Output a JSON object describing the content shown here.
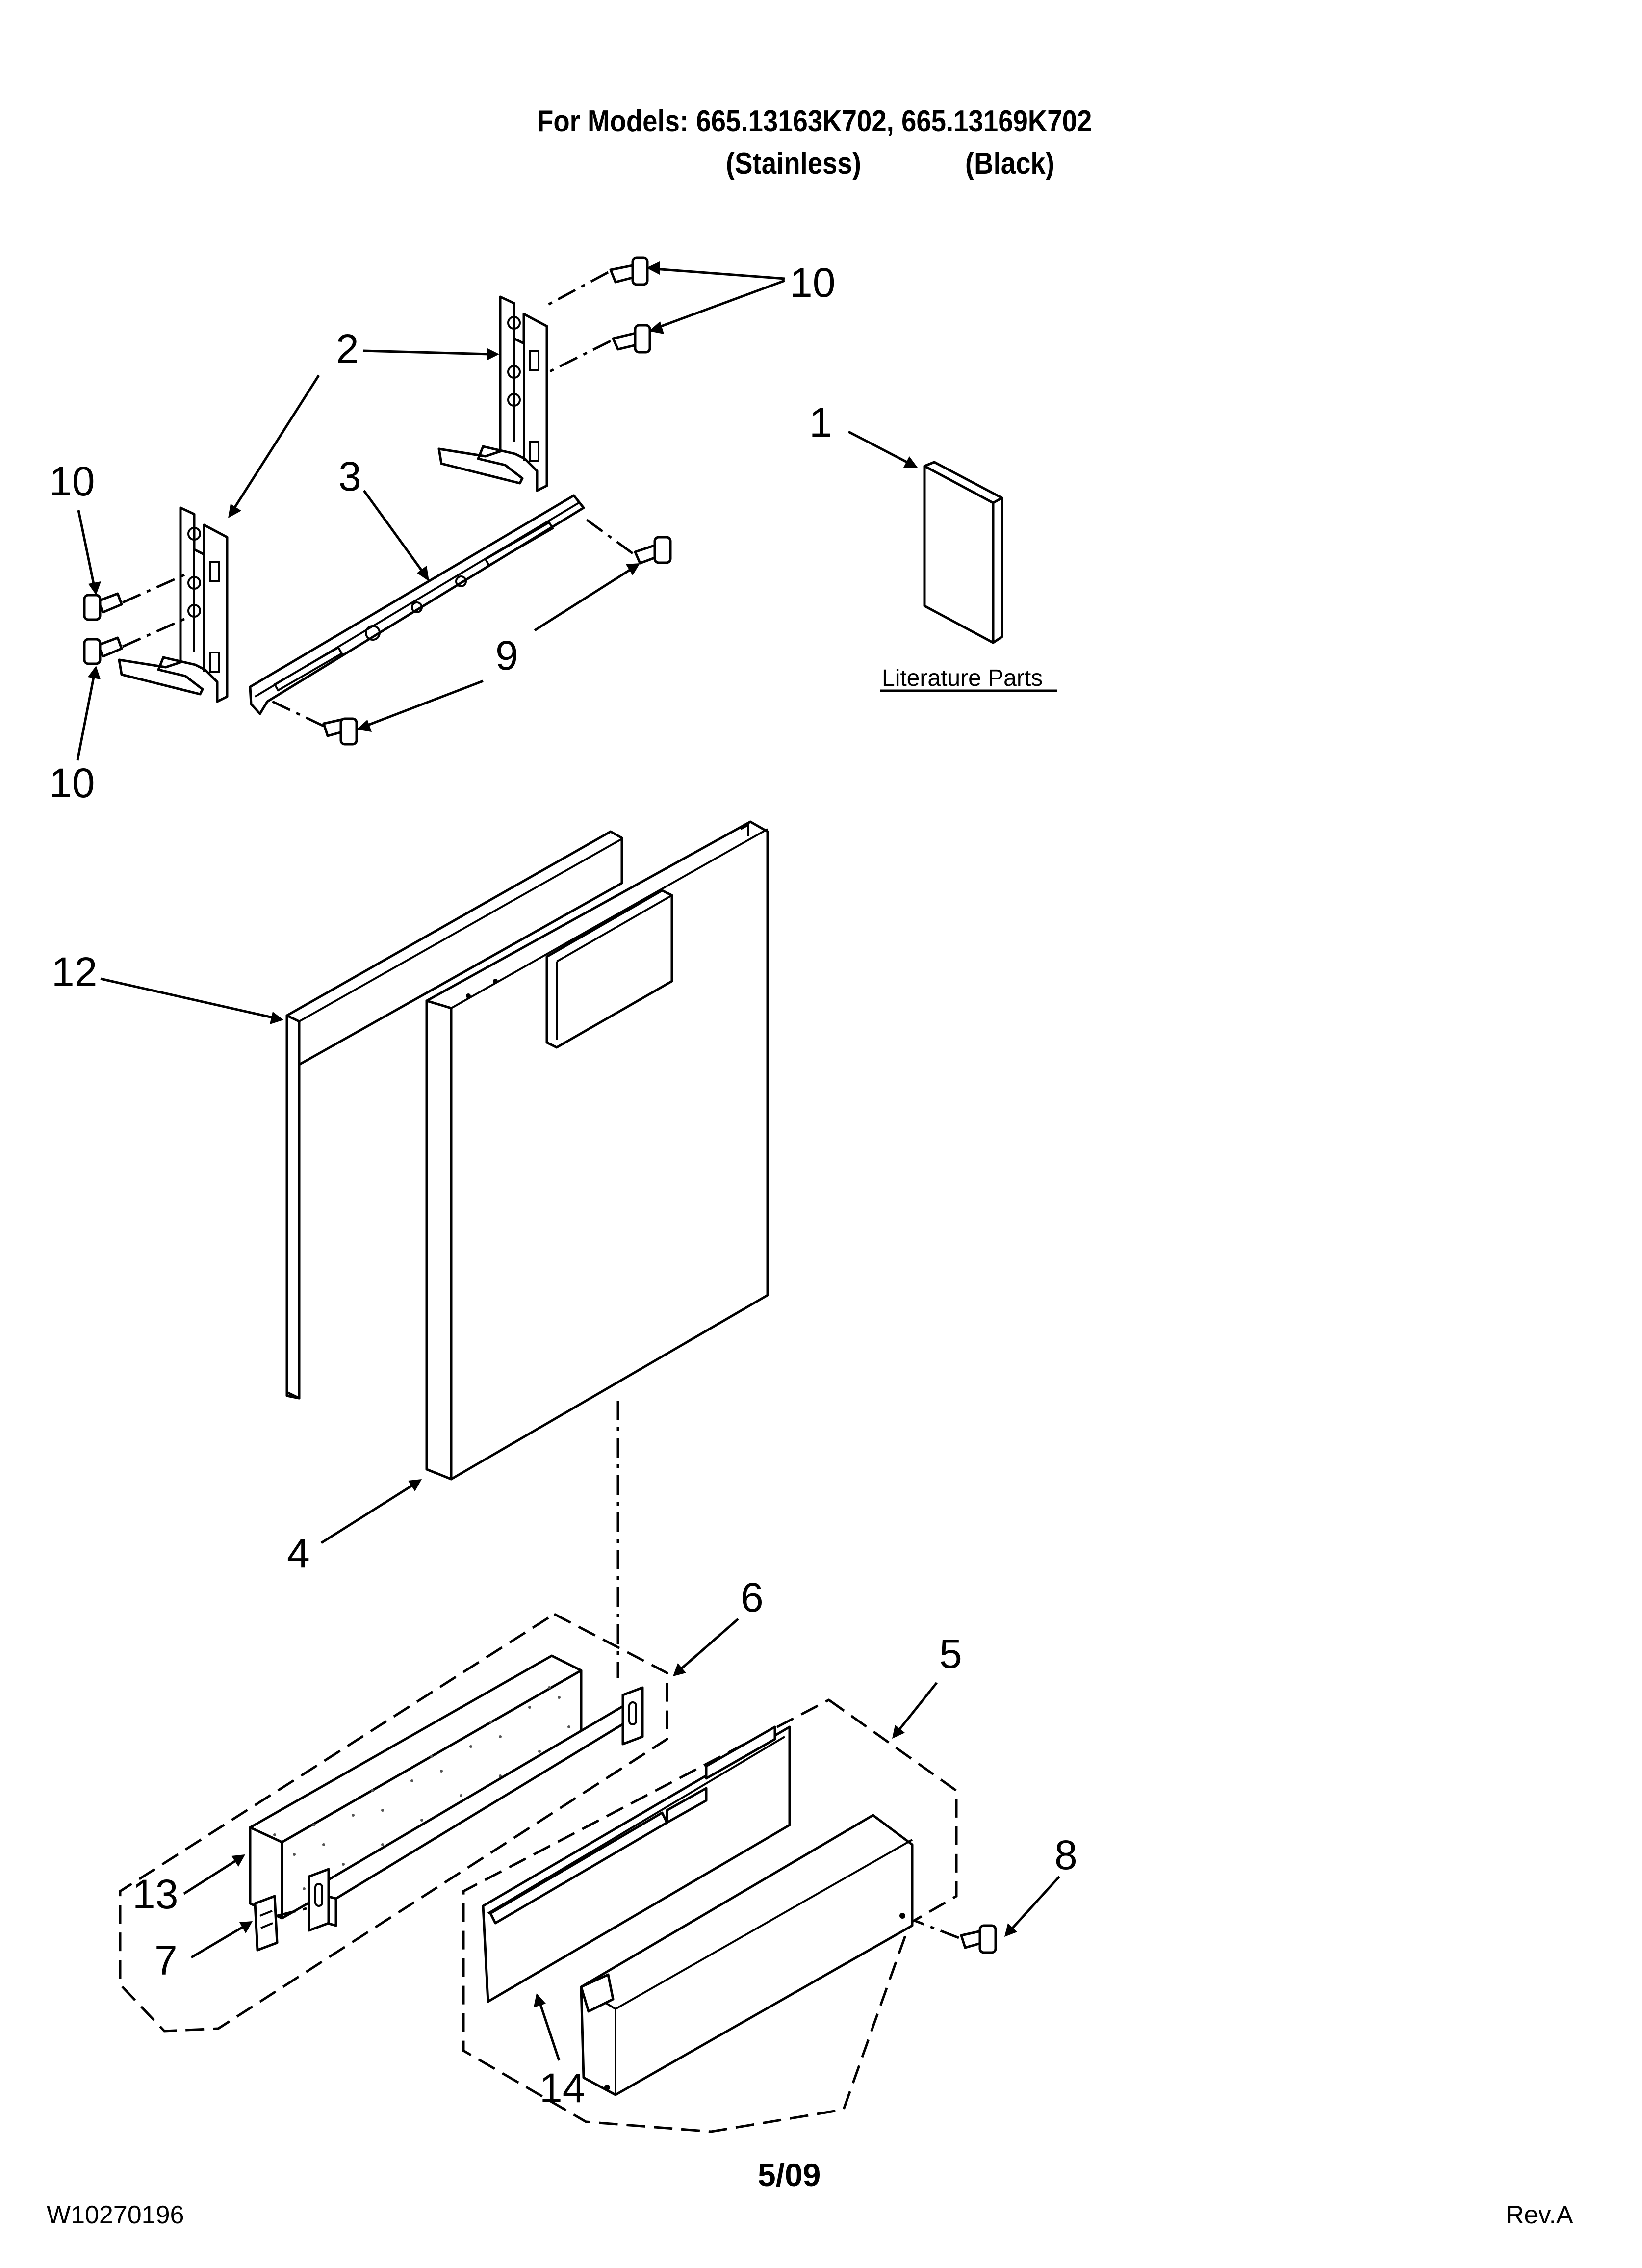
{
  "header": {
    "title": "For Models: 665.13163K702, 665.13169K702",
    "variant_left": "(Stainless)",
    "variant_right": "(Black)"
  },
  "callouts": {
    "c1": "1",
    "c2": "2",
    "c3": "3",
    "c4": "4",
    "c5": "5",
    "c6": "6",
    "c7": "7",
    "c8": "8",
    "c9": "9",
    "c10": "10",
    "c12": "12",
    "c13": "13",
    "c14": "14"
  },
  "literature_label": "Literature Parts",
  "footer": {
    "date": "5/09",
    "doc_number": "W10270196",
    "revision": "Rev.A"
  }
}
